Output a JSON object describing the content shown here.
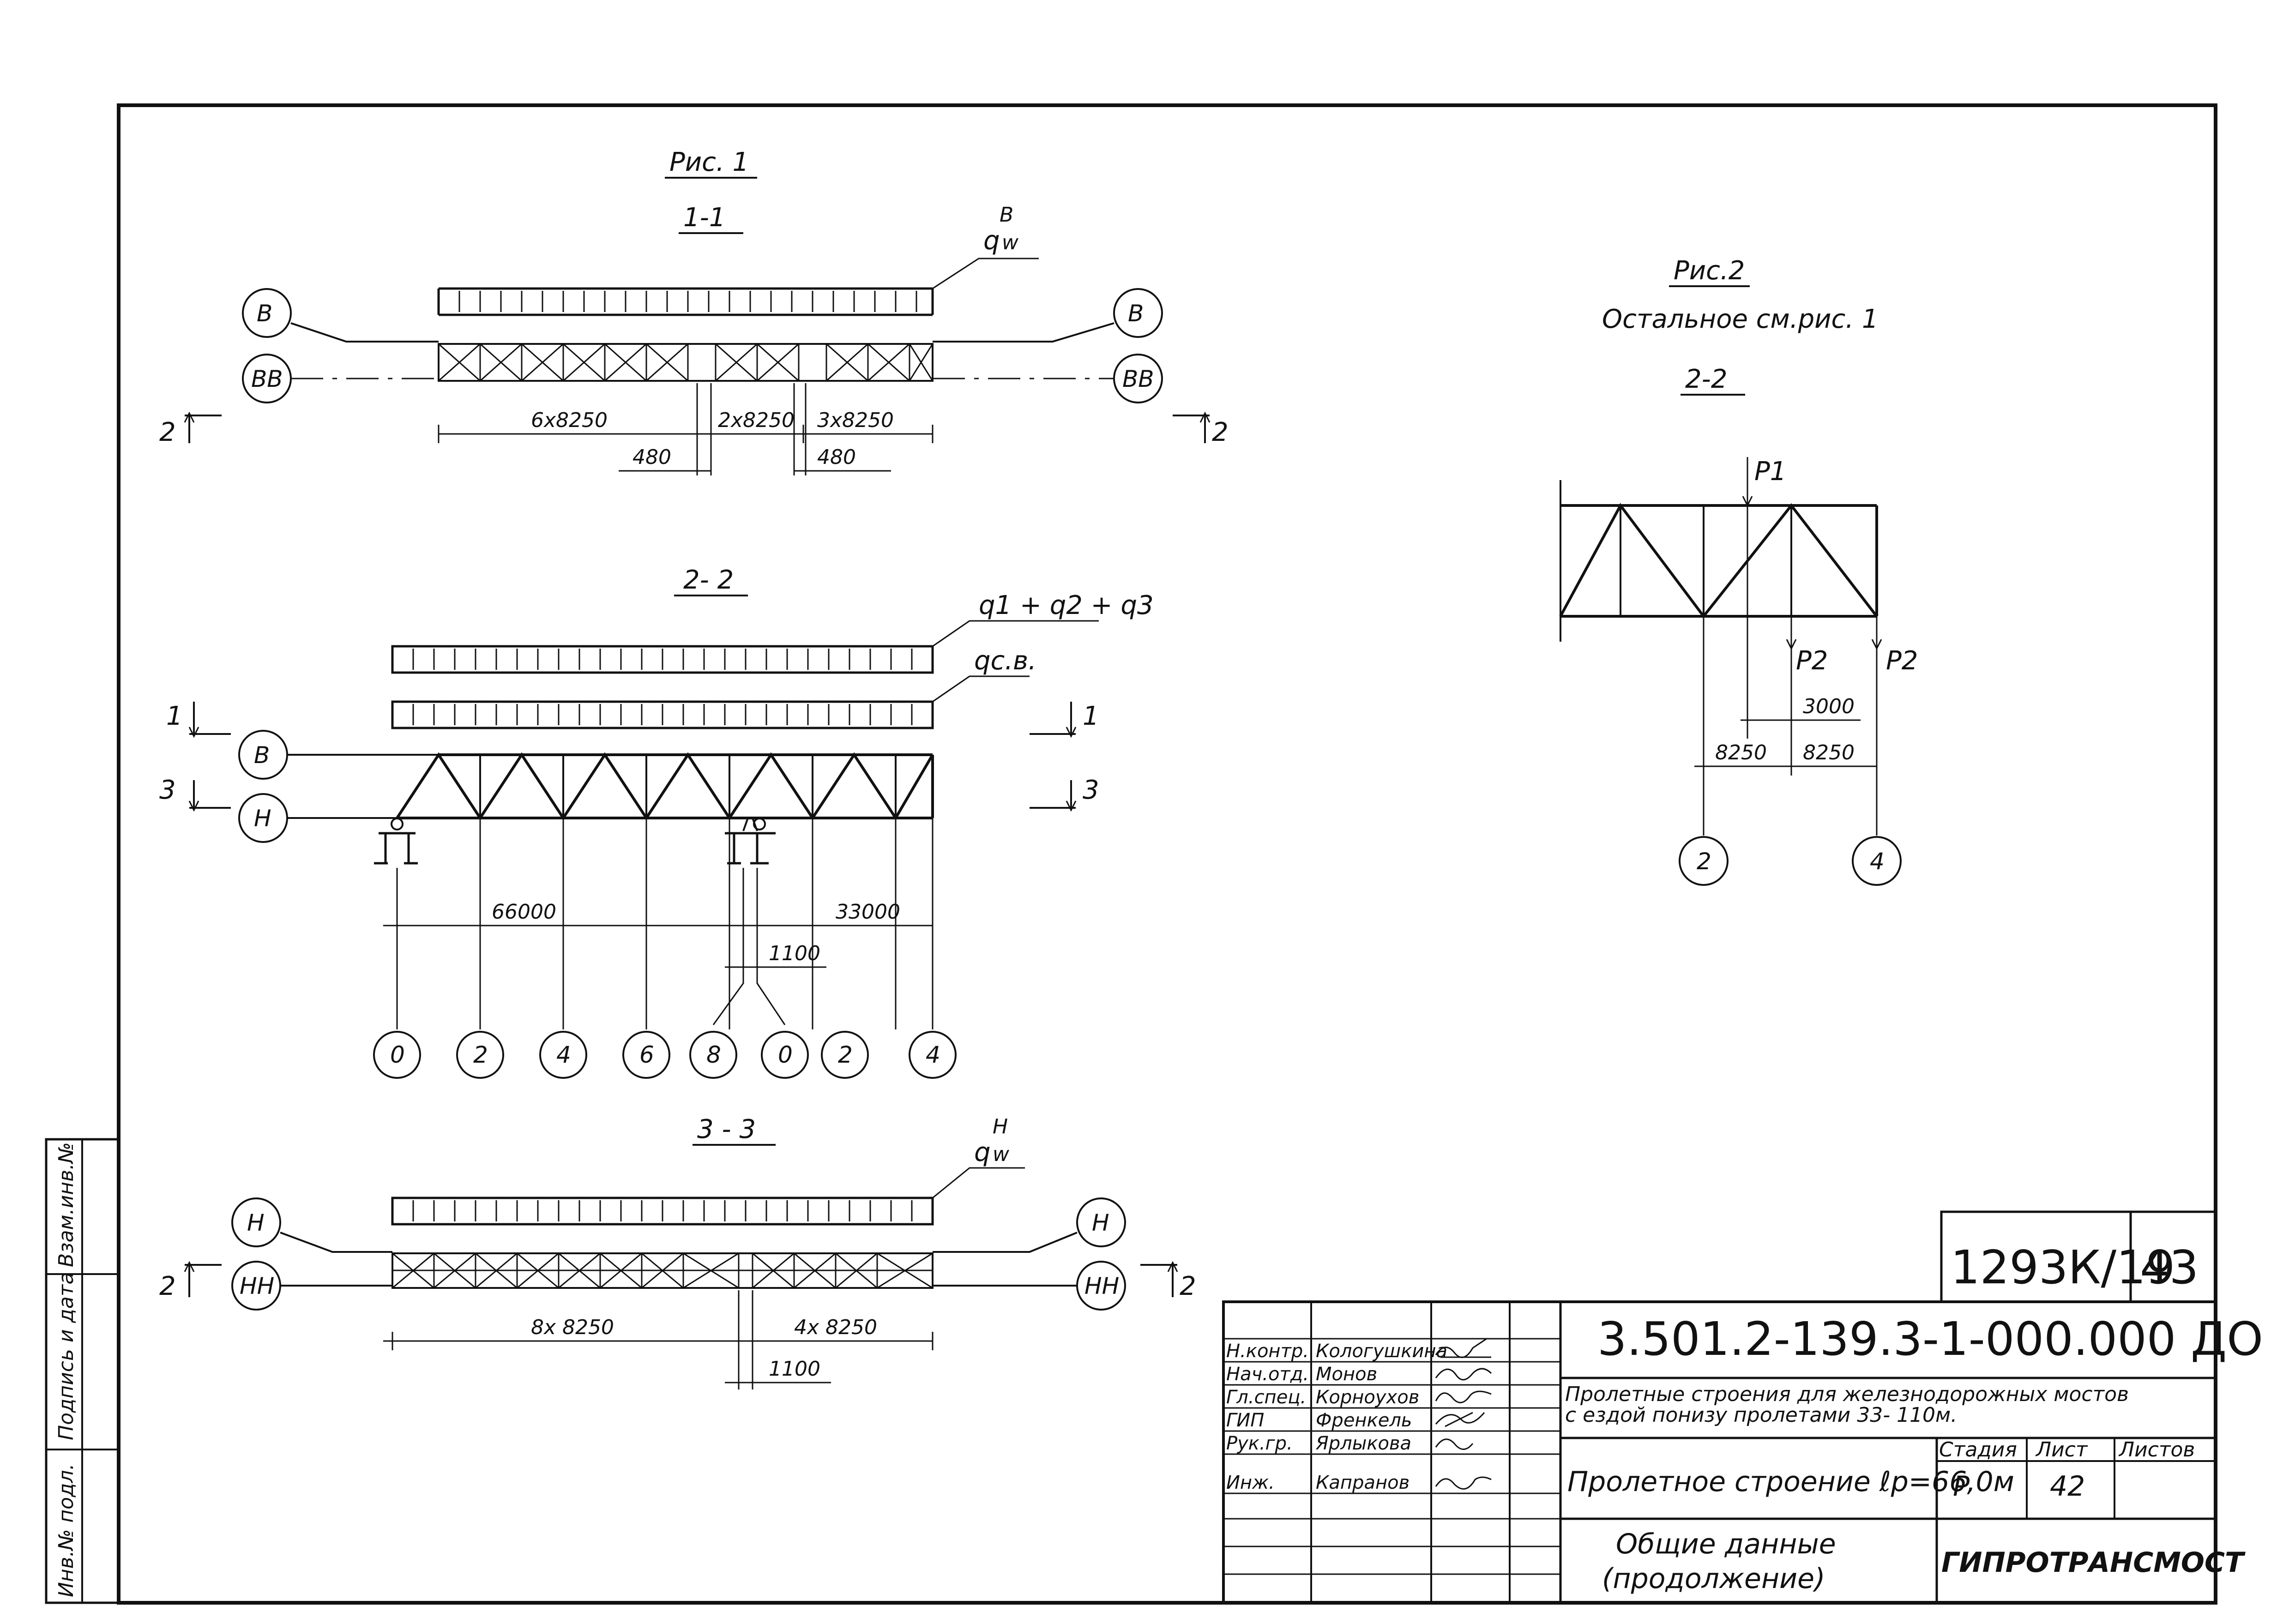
{
  "fig1": {
    "title": "Рис. 1",
    "section_1_1": {
      "label": "1-1",
      "load": "q",
      "load_sup": "В",
      "load_sub": "w",
      "axis_top": "В",
      "axis_bot": "ВВ",
      "dims": [
        "6х8250",
        "2х8250",
        "3х8250"
      ],
      "offsets": [
        "480",
        "480"
      ],
      "cut": "2"
    },
    "section_2_2": {
      "label": "2- 2",
      "load_top": "q1 + q2 + q3",
      "load_sw": "qс.в.",
      "axis_top": "В",
      "axis_bot": "Н",
      "cut_1": "1",
      "cut_3": "3",
      "span_1": "66000",
      "span_2": "33000",
      "gap": "1100",
      "nodes": [
        "0",
        "2",
        "4",
        "6",
        "8",
        "0",
        "2",
        "4"
      ]
    },
    "section_3_3": {
      "label": "3 - 3",
      "load": "q",
      "load_sup": "Н",
      "load_sub": "w",
      "axis_top": "Н",
      "axis_bot": "НН",
      "dims": [
        "8х 8250",
        "4х 8250"
      ],
      "gap": "1100",
      "cut": "2"
    }
  },
  "fig2": {
    "title": "Рис.2",
    "note": "Остальное см.рис. 1",
    "section_label": "2-2",
    "p1": "P1",
    "p2": "P2",
    "p2b": "P2",
    "dim_3000": "3000",
    "dim_a": "8250",
    "dim_b": "8250",
    "node_a": "2",
    "node_b": "4"
  },
  "side_stamp": {
    "inv_no": "Инв.№ подл.",
    "sign_date": "Подпись и дата",
    "replace_inv": "Взам.инв.№"
  },
  "title_block": {
    "archive_no": "1293К/19",
    "sheet_corner": "43",
    "doc_code": "3.501.2-139.3-1-000.000 ДО",
    "series_line1": "Пролетные строения для железнодорожных мостов",
    "series_line2": "с ездой понизу пролетами 33- 110м.",
    "object": "Пролетное строение ℓр=66,0м",
    "sheet_title_1": "Общие данные",
    "sheet_title_2": "(продолжение)",
    "stage_label": "Стадия",
    "sheet_label": "Лист",
    "sheets_label": "Листов",
    "stage": "Р",
    "sheet": "42",
    "sheets": "",
    "org": "ГИПРОТРАНСМОСТ",
    "signers": [
      {
        "role": "Н.контр.",
        "name": "Кологушкина"
      },
      {
        "role": "Нач.отд.",
        "name": "Монов"
      },
      {
        "role": "Гл.спец.",
        "name": "Корноухов"
      },
      {
        "role": "ГИП",
        "name": "Френкель"
      },
      {
        "role": "Рук.гр.",
        "name": "Ярлыкова"
      },
      {
        "role": "Инж.",
        "name": "Капранов"
      }
    ]
  }
}
